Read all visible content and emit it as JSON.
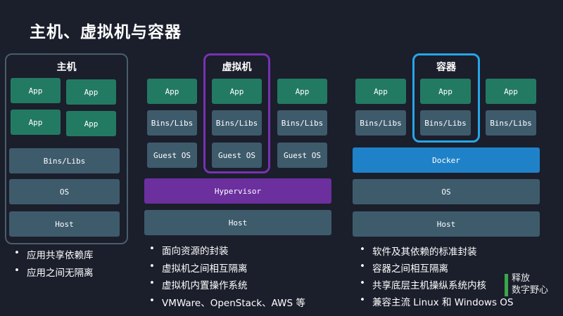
{
  "title": "主机、虚拟机与容器",
  "host_group": {
    "label": "主机",
    "apps": [
      "App",
      "App",
      "App",
      "App"
    ],
    "bins": "Bins/Libs",
    "os": "OS",
    "host": "Host",
    "bullets": [
      "应用共享依赖库",
      "应用之间无隔离"
    ]
  },
  "vm_group": {
    "label": "虚拟机",
    "columns": [
      {
        "app": "App",
        "bins": "Bins/Libs",
        "guest": "Guest OS"
      },
      {
        "app": "App",
        "bins": "Bins/Libs",
        "guest": "Guest OS"
      },
      {
        "app": "App",
        "bins": "Bins/Libs",
        "guest": "Guest OS"
      }
    ],
    "hypervisor": "Hypervisor",
    "host": "Host",
    "bullets": [
      "面向资源的封装",
      "虚拟机之间相互隔离",
      "虚拟机内置操作系统",
      "VMWare、OpenStack、AWS 等"
    ]
  },
  "container_group": {
    "label": "容器",
    "columns": [
      {
        "app": "App",
        "bins": "Bins/Libs"
      },
      {
        "app": "App",
        "bins": "Bins/Libs"
      },
      {
        "app": "App",
        "bins": "Bins/Libs"
      }
    ],
    "docker": "Docker",
    "os": "OS",
    "host": "Host",
    "bullets": [
      "软件及其依赖的标准封装",
      "容器之间相互隔离",
      "共享底层主机操纵系统内核",
      "兼容主流 Linux 和 Windows OS"
    ]
  },
  "watermark": {
    "line1": "释放",
    "line2": "数字野心"
  },
  "colors": {
    "background": "#1b1e2b",
    "app": "#237a62",
    "layer": "#3e5b6c",
    "hypervisor": "#6b2f9e",
    "docker": "#1f82c8",
    "vm_outline": "#7732b3",
    "container_outline": "#26a6e8"
  }
}
